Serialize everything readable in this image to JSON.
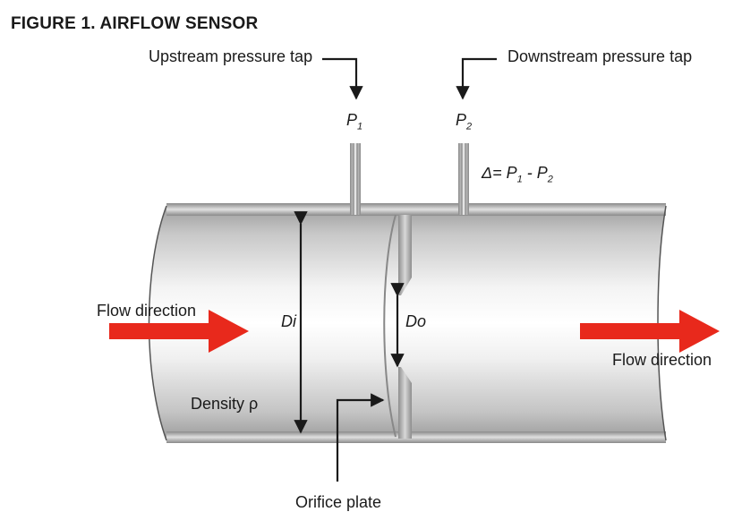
{
  "figure_title": "FIGURE 1. AIRFLOW SENSOR",
  "labels": {
    "upstream_tap": "Upstream pressure tap",
    "downstream_tap": "Downstream pressure tap",
    "p1_symbol": "P",
    "p1_subscript": "1",
    "p2_symbol": "P",
    "p2_subscript": "2",
    "delta_prefix": "Δ= P",
    "delta_sub1": "1",
    "delta_mid": " - P",
    "delta_sub2": "2",
    "inner_diameter": "Di",
    "orifice_diameter": "Do",
    "flow_direction_in": "Flow direction",
    "flow_direction_out": "Flow direction",
    "density": "Density ρ",
    "orifice_plate": "Orifice plate"
  },
  "colors": {
    "flow_arrow": "#e8291c",
    "pipe_gray": "#9a9a9a",
    "line": "#1a1a1a"
  }
}
